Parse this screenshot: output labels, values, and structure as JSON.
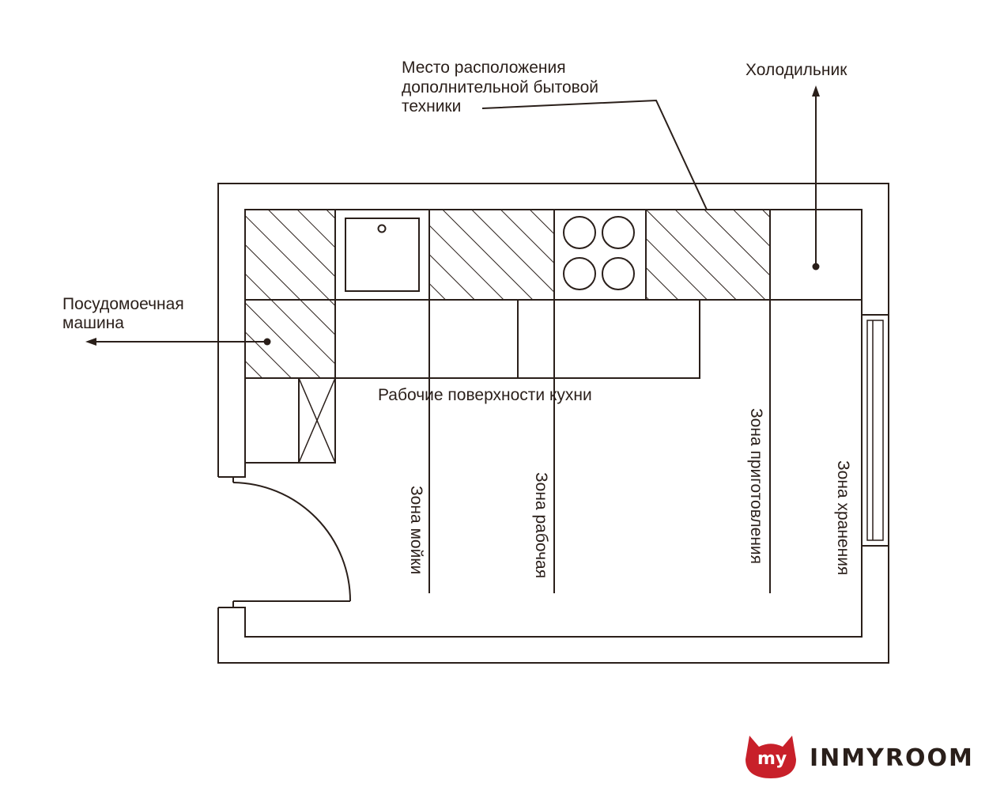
{
  "labels": {
    "appliances": [
      "Место расположения",
      "дополнительной бытовой",
      "техники"
    ],
    "fridge": "Холодильник",
    "dishwasher": [
      "Посудомоечная",
      "машина"
    ],
    "worktops": "Рабочие поверхности кухни",
    "zone_wash": "Зона мойки",
    "zone_work": "Зона рабочая",
    "zone_cook": "Зона приготовления",
    "zone_store": "Зона хранения"
  },
  "brand": {
    "logo_text": "my",
    "name": "INMYROOM",
    "accent_color": "#c8202a"
  },
  "colors": {
    "line": "#2a1f1a"
  }
}
